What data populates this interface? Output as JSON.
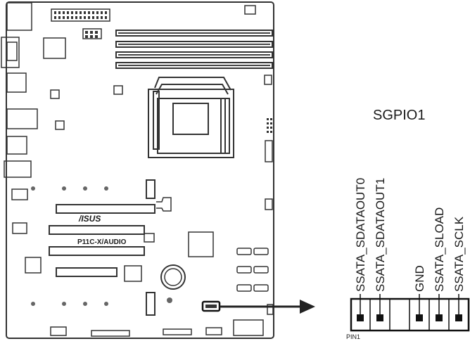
{
  "board": {
    "brand_logo": "/ISUS",
    "model": "P11C-X/AUDIO"
  },
  "header": {
    "title": "SGPIO1"
  },
  "connector": {
    "pins": [
      {
        "label": "SSATA_SDATAOUT0",
        "populated": true
      },
      {
        "label": "SSATA_SDATAOUT1",
        "populated": true
      },
      {
        "label": "",
        "populated": false
      },
      {
        "label": "GND",
        "populated": true
      },
      {
        "label": "SSATA_SLOAD",
        "populated": true
      },
      {
        "label": "SSATA_SCLK",
        "populated": true
      }
    ],
    "pin1_label": "PIN1"
  },
  "colors": {
    "line": "#222222",
    "board_outline": "#333333",
    "pin": "#111111"
  }
}
